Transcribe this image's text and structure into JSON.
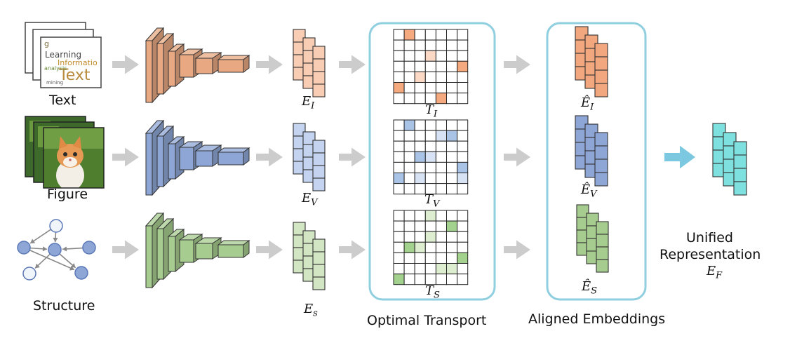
{
  "modalities": {
    "text": {
      "label": "Text",
      "embedding": {
        "base": "E",
        "sub": "I"
      },
      "aligned": {
        "base": "Ê",
        "sub": "I"
      },
      "plan": {
        "base": "T",
        "sub": "I"
      },
      "color": "#f2a77e",
      "light": "#f8cdb3",
      "cell": "#f5a97e",
      "cell_light": "#fbd9c4",
      "wordcloud_words": [
        "g",
        "Learning",
        "Informatio",
        "Text",
        "analysis",
        "mining"
      ]
    },
    "figure": {
      "label": "Figure",
      "embedding": {
        "base": "E",
        "sub": "V"
      },
      "aligned": {
        "base": "Ê",
        "sub": "V"
      },
      "plan": {
        "base": "T",
        "sub": "V"
      },
      "color": "#8ea6d6",
      "light": "#c4d3ef",
      "cell": "#a9c3e6",
      "cell_light": "#d7e3f4"
    },
    "structure": {
      "label": "Structure",
      "embedding": {
        "base": "E",
        "sub": "s"
      },
      "aligned": {
        "base": "Ê",
        "sub": "S"
      },
      "plan": {
        "base": "T",
        "sub": "S"
      },
      "color": "#a7cc8f",
      "light": "#d3e6c4",
      "cell": "#a3d28e",
      "cell_light": "#dcedd0"
    }
  },
  "panels": {
    "transport": {
      "label": "Optimal Transport",
      "border_color": "#8fcfe0"
    },
    "aligned": {
      "label": "Aligned Embeddings",
      "border_color": "#8fcfe0"
    }
  },
  "output": {
    "label_line1": "Unified",
    "label_line2": "Representation",
    "embedding": {
      "base": "E",
      "sub": "F"
    },
    "color": "#7fe0e0",
    "arrow_color": "#7cc8e0"
  },
  "arrow_color": "#cccccc"
}
